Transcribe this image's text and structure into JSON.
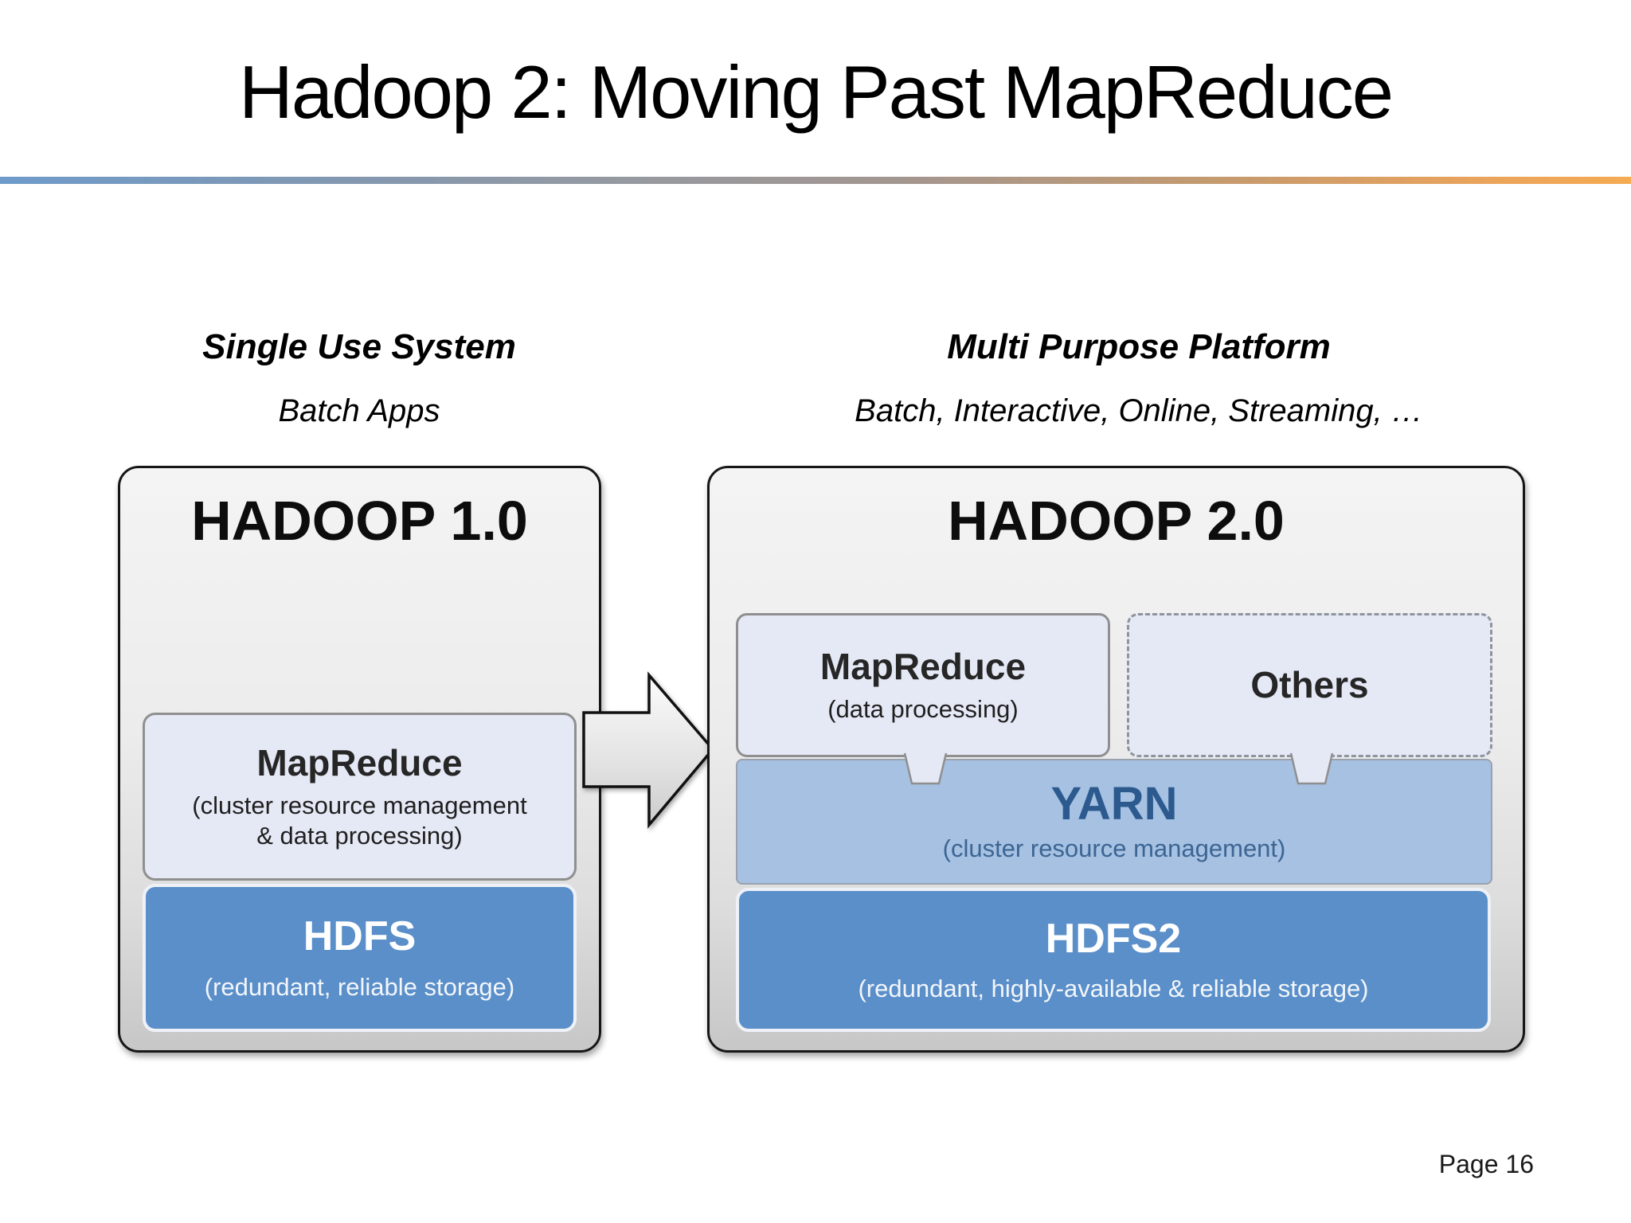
{
  "slide": {
    "title": "Hadoop 2: Moving Past MapReduce",
    "page_label": "Page 16"
  },
  "left_column": {
    "heading": "Single Use System",
    "subheading": "Batch Apps",
    "box_title": "HADOOP 1.0",
    "mapreduce": {
      "title": "MapReduce",
      "subtitle_line1": "(cluster resource management",
      "subtitle_line2": "& data processing)"
    },
    "hdfs": {
      "title": "HDFS",
      "subtitle": "(redundant, reliable storage)"
    }
  },
  "right_column": {
    "heading": "Multi Purpose Platform",
    "subheading": "Batch, Interactive, Online, Streaming, …",
    "box_title": "HADOOP 2.0",
    "mapreduce": {
      "title": "MapReduce",
      "subtitle": "(data processing)"
    },
    "others": {
      "title": "Others"
    },
    "yarn": {
      "title": "YARN",
      "subtitle": "(cluster resource management)"
    },
    "hdfs2": {
      "title": "HDFS2",
      "subtitle": "(redundant, highly-available & reliable storage)"
    }
  },
  "colors": {
    "divider_blue": "#6e9bca",
    "divider_orange": "#f0a457",
    "storage_blue": "#5b8fc9",
    "yarn_blue": "#a6c1e2",
    "yarn_text_blue": "#2d5a8e",
    "light_panel_blue": "#e5e9f5",
    "container_gray_top": "#f4f4f4",
    "container_gray_bottom": "#c7c7c7",
    "outline_black": "#161616"
  }
}
